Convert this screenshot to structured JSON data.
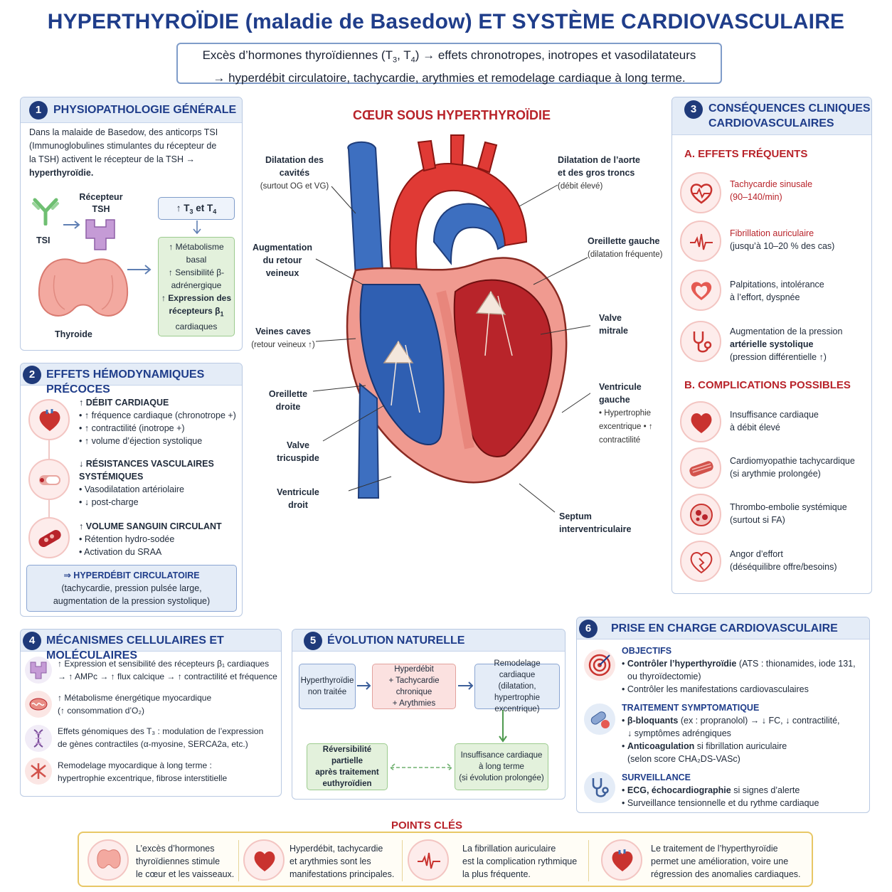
{
  "title": "HYPERTHYROÏDIE (maladie de Basedow) ET SYSTÈME CARDIOVASCULAIRE",
  "intro": {
    "line1_a": "Excès d’hormones thyroïdiennes (T",
    "line1_s1": "3",
    "line1_b": ", T",
    "line1_s2": "4",
    "line1_c": ") → effets chronotropes, inotropes et vasodilatateurs",
    "line2": "→ hyperdébit circulatoire, tachycardie, arythmies et remodelage cardiaque à long terme."
  },
  "p1": {
    "num": "1",
    "title": "PHYSIOPATHOLOGIE GÉNÉRALE",
    "text": "Dans la malaide de Basedow, des anticorps TSI (Immunoglobulines stimulantes du récepteur de la TSH) activent le récepteur de la TSH →",
    "text_bold": "hyperthyroïdie.",
    "tsi": "TSI",
    "receptor_l1": "Récepteur",
    "receptor_l2": "TSH",
    "thyroid": "Thyroide",
    "hormone_a": "↑ T",
    "hormone_s1": "3",
    "hormone_b": " et T",
    "hormone_s2": "4",
    "green_1": "↑ Métabolisme basal",
    "green_2": "↑ Sensibilité β-adrénergique",
    "green_3": "↑ Expression des récepteurs β",
    "green_3s": "1",
    "green_4": "cardiaques"
  },
  "p2": {
    "num": "2",
    "title": "EFFETS HÉMODYNAMIQUES PRÉCOCES",
    "items": [
      {
        "head": "↑ DÉBIT CARDIAQUE",
        "lines": [
          "• ↑ fréquence cardiaque (chronotrope +)",
          "• ↑ contractilité (inotrope +)",
          "• ↑ volume d’éjection systolique"
        ]
      },
      {
        "head": "↓ RÉSISTANCES VASCULAIRES SYSTÉMIQUES",
        "lines": [
          "• Vasodilatation artériolaire",
          "• ↓ post-charge"
        ]
      },
      {
        "head": "↑ VOLUME SANGUIN CIRCULANT",
        "lines": [
          "• Rétention hydro-sodée",
          "• Activation du SRAA"
        ]
      }
    ],
    "result_head": "⇒ HYPERDÉBIT CIRCULATOIRE",
    "result_l1": "(tachycardie, pression pulsée large,",
    "result_l2": "augmentation de la pression systolique)"
  },
  "heart": {
    "title": "CŒUR SOUS HYPERTHYROÏDIE",
    "labels": [
      {
        "b": "Dilatation des cavités",
        "s": "(surtout OG et VG)"
      },
      {
        "b": "Augmentation du retour veineux",
        "s": ""
      },
      {
        "b": "Veines caves",
        "s": "(retour veineux ↑)"
      },
      {
        "b": "Oreillette droite",
        "s": ""
      },
      {
        "b": "Valve tricuspide",
        "s": ""
      },
      {
        "b": "Ventricule droit",
        "s": ""
      },
      {
        "b": "Dilatation de l’aorte et des gros troncs",
        "s": "(débit élevé)"
      },
      {
        "b": "Oreillette gauche",
        "s": "(dilatation fréquente)"
      },
      {
        "b": "Valve mitrale",
        "s": ""
      },
      {
        "b": "Ventricule gauche",
        "s": "• Hypertrophie excentrique • ↑ contractilité"
      },
      {
        "b": "Septum interventriculaire",
        "s": ""
      }
    ]
  },
  "p3": {
    "num": "3",
    "title_l1": "CONSÉQUENCES CLINIQUES",
    "title_l2": "CARDIOVASCULAIRES",
    "a_title": "A. EFFETS FRÉQUENTS",
    "a_items": [
      {
        "l1": "Tachycardie sinusale",
        "l2": "(90–140/min)"
      },
      {
        "l1": "Fibrillation auriculaire",
        "l2": "(jusqu’à 10–20 % des cas)"
      },
      {
        "l1": "Palpitations, intolérance",
        "l2": "à l’effort, dyspnée"
      },
      {
        "l1": "Augmentation de la pression",
        "l2": "artérielle systolique",
        "l3": "(pression différentielle ↑)"
      }
    ],
    "b_title": "B. COMPLICATIONS POSSIBLES",
    "b_items": [
      {
        "l1": "Insuffisance cardiaque",
        "l2": "à débit élevé"
      },
      {
        "l1": "Cardiomyopathie tachycardique",
        "l2": "(si arythmie prolongée)"
      },
      {
        "l1": "Thrombo-embolie systémique",
        "l2": "(surtout si FA)"
      },
      {
        "l1": "Angor d’effort",
        "l2": "(déséquilibre offre/besoins)"
      }
    ]
  },
  "p4": {
    "num": "4",
    "title": "MÉCANISMES CELLULAIRES ET MOLÉCULAIRES",
    "items": [
      {
        "l1": "↑ Expression et sensibilité des récepteurs β₁ cardiaques",
        "l2": "→ ↑ AMPc → ↑ flux calcique → ↑ contractilité et fréquence"
      },
      {
        "l1": "↑ Métabolisme énergétique myocardique",
        "l2": "(↑ consommation d’O₂)"
      },
      {
        "l1": "Effets génomiques des T₃ : modulation de l’expression",
        "l2": "de gènes contractiles (α-myosine, SERCA2a, etc.)"
      },
      {
        "l1": "Remodelage myocardique à long terme :",
        "l2": "hypertrophie excentrique, fibrose interstitielle"
      }
    ]
  },
  "p5": {
    "num": "5",
    "title": "ÉVOLUTION NATURELLE",
    "box1": "Hyperthyroïdie non traitée",
    "box2_l1": "Hyperdébit",
    "box2_l2": "+ Tachycardie chronique",
    "box2_l3": "+ Arythmies",
    "box3_l1": "Remodelage cardiaque",
    "box3_l2": "(dilatation, hypertrophie excentrique)",
    "box4_l1": "Réversibilité partielle",
    "box4_l2": "après traitement",
    "box4_l3": "euthyroïdien",
    "box5_l1": "Insuffisance cardiaque",
    "box5_l2": "à long terme",
    "box5_l3": "(si évolution prolongée)"
  },
  "p6": {
    "num": "6",
    "title": "PRISE EN CHARGE CARDIOVASCULAIRE",
    "obj_title": "OBJECTIFS",
    "obj_1a": "• ",
    "obj_1b": "Contrôler l’hyperthyroïdie",
    "obj_1c": " (ATS : thionamides, iode 131,",
    "obj_2": "ou thyroïdectomie)",
    "obj_3": "• Contrôler les manifestations cardiovasculaires",
    "trt_title": "TRAITEMENT SYMPTOMATIQUE",
    "trt_1a": "• ",
    "trt_1b": "β-bloquants",
    "trt_1c": " (ex : propranolol) → ↓ FC, ↓ contractilité,",
    "trt_2": "↓ symptômes adréngiques",
    "trt_3a": "• ",
    "trt_3b": "Anticoagulation",
    "trt_3c": " si fibrillation auriculaire",
    "trt_4": "(selon score CHA₂DS-VASc)",
    "surv_title": "SURVEILLANCE",
    "surv_1a": "• ",
    "surv_1b": "ECG, échocardiographie",
    "surv_1c": " si signes d’alerte",
    "surv_2": "• Surveillance tensionnelle et du rythme cardiaque"
  },
  "key": {
    "title": "POINTS CLÉS",
    "items": [
      {
        "l1": "L’excès d’hormones",
        "l2": "thyroïdiennes stimule",
        "l3": "le cœur et les vaisseaux."
      },
      {
        "l1": "Hyperdébit, tachycardie",
        "l2": "et arythmies sont les",
        "l3": "manifestations principales."
      },
      {
        "l1": "La fibrillation auriculaire",
        "l2": "est la complication rythmique",
        "l3": "la plus fréquente."
      },
      {
        "l1": "Le traitement de l’hyperthyroïdie",
        "l2": "permet une amélioration, voire une",
        "l3": "régression des anomalies cardiaques."
      }
    ]
  },
  "colors": {
    "navy": "#1f3d8a",
    "red": "#b8232a",
    "panel_head": "#e4ecf7",
    "green": "#e3f1dc",
    "pink": "#fbe1e0",
    "gold": "#e8c766"
  }
}
